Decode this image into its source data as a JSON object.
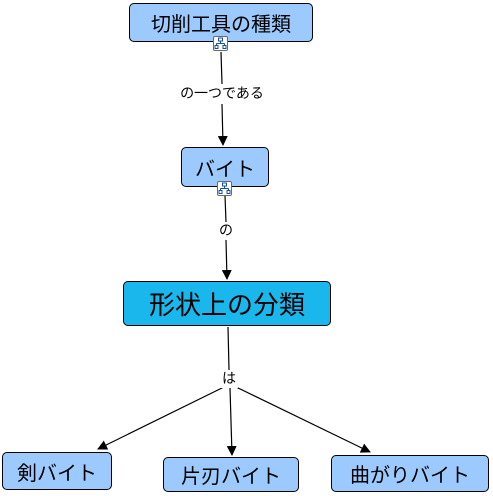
{
  "diagram": {
    "nodes": [
      {
        "id": "n1",
        "label": "切削工具の種類",
        "style": "concept"
      },
      {
        "id": "n2",
        "label": "バイト",
        "style": "concept"
      },
      {
        "id": "n3",
        "label": "形状上の分類",
        "style": "focus"
      },
      {
        "id": "n4",
        "label": "剣バイト",
        "style": "concept"
      },
      {
        "id": "n5",
        "label": "片刃バイト",
        "style": "concept"
      },
      {
        "id": "n6",
        "label": "曲がりバイト",
        "style": "concept"
      }
    ],
    "links": [
      {
        "id": "l1",
        "label": "の一つである",
        "from": "n1",
        "to": "n2"
      },
      {
        "id": "l2",
        "label": "の",
        "from": "n2",
        "to": "n3"
      },
      {
        "id": "l3",
        "label": "は",
        "from": "n3",
        "to": [
          "n4",
          "n5",
          "n6"
        ]
      }
    ],
    "expand_icon": "hierarchy-expand-icon",
    "colors": {
      "concept_fill": "#9ccaff",
      "focus_fill": "#19b7ec",
      "border": "#000000",
      "line": "#000000"
    }
  }
}
